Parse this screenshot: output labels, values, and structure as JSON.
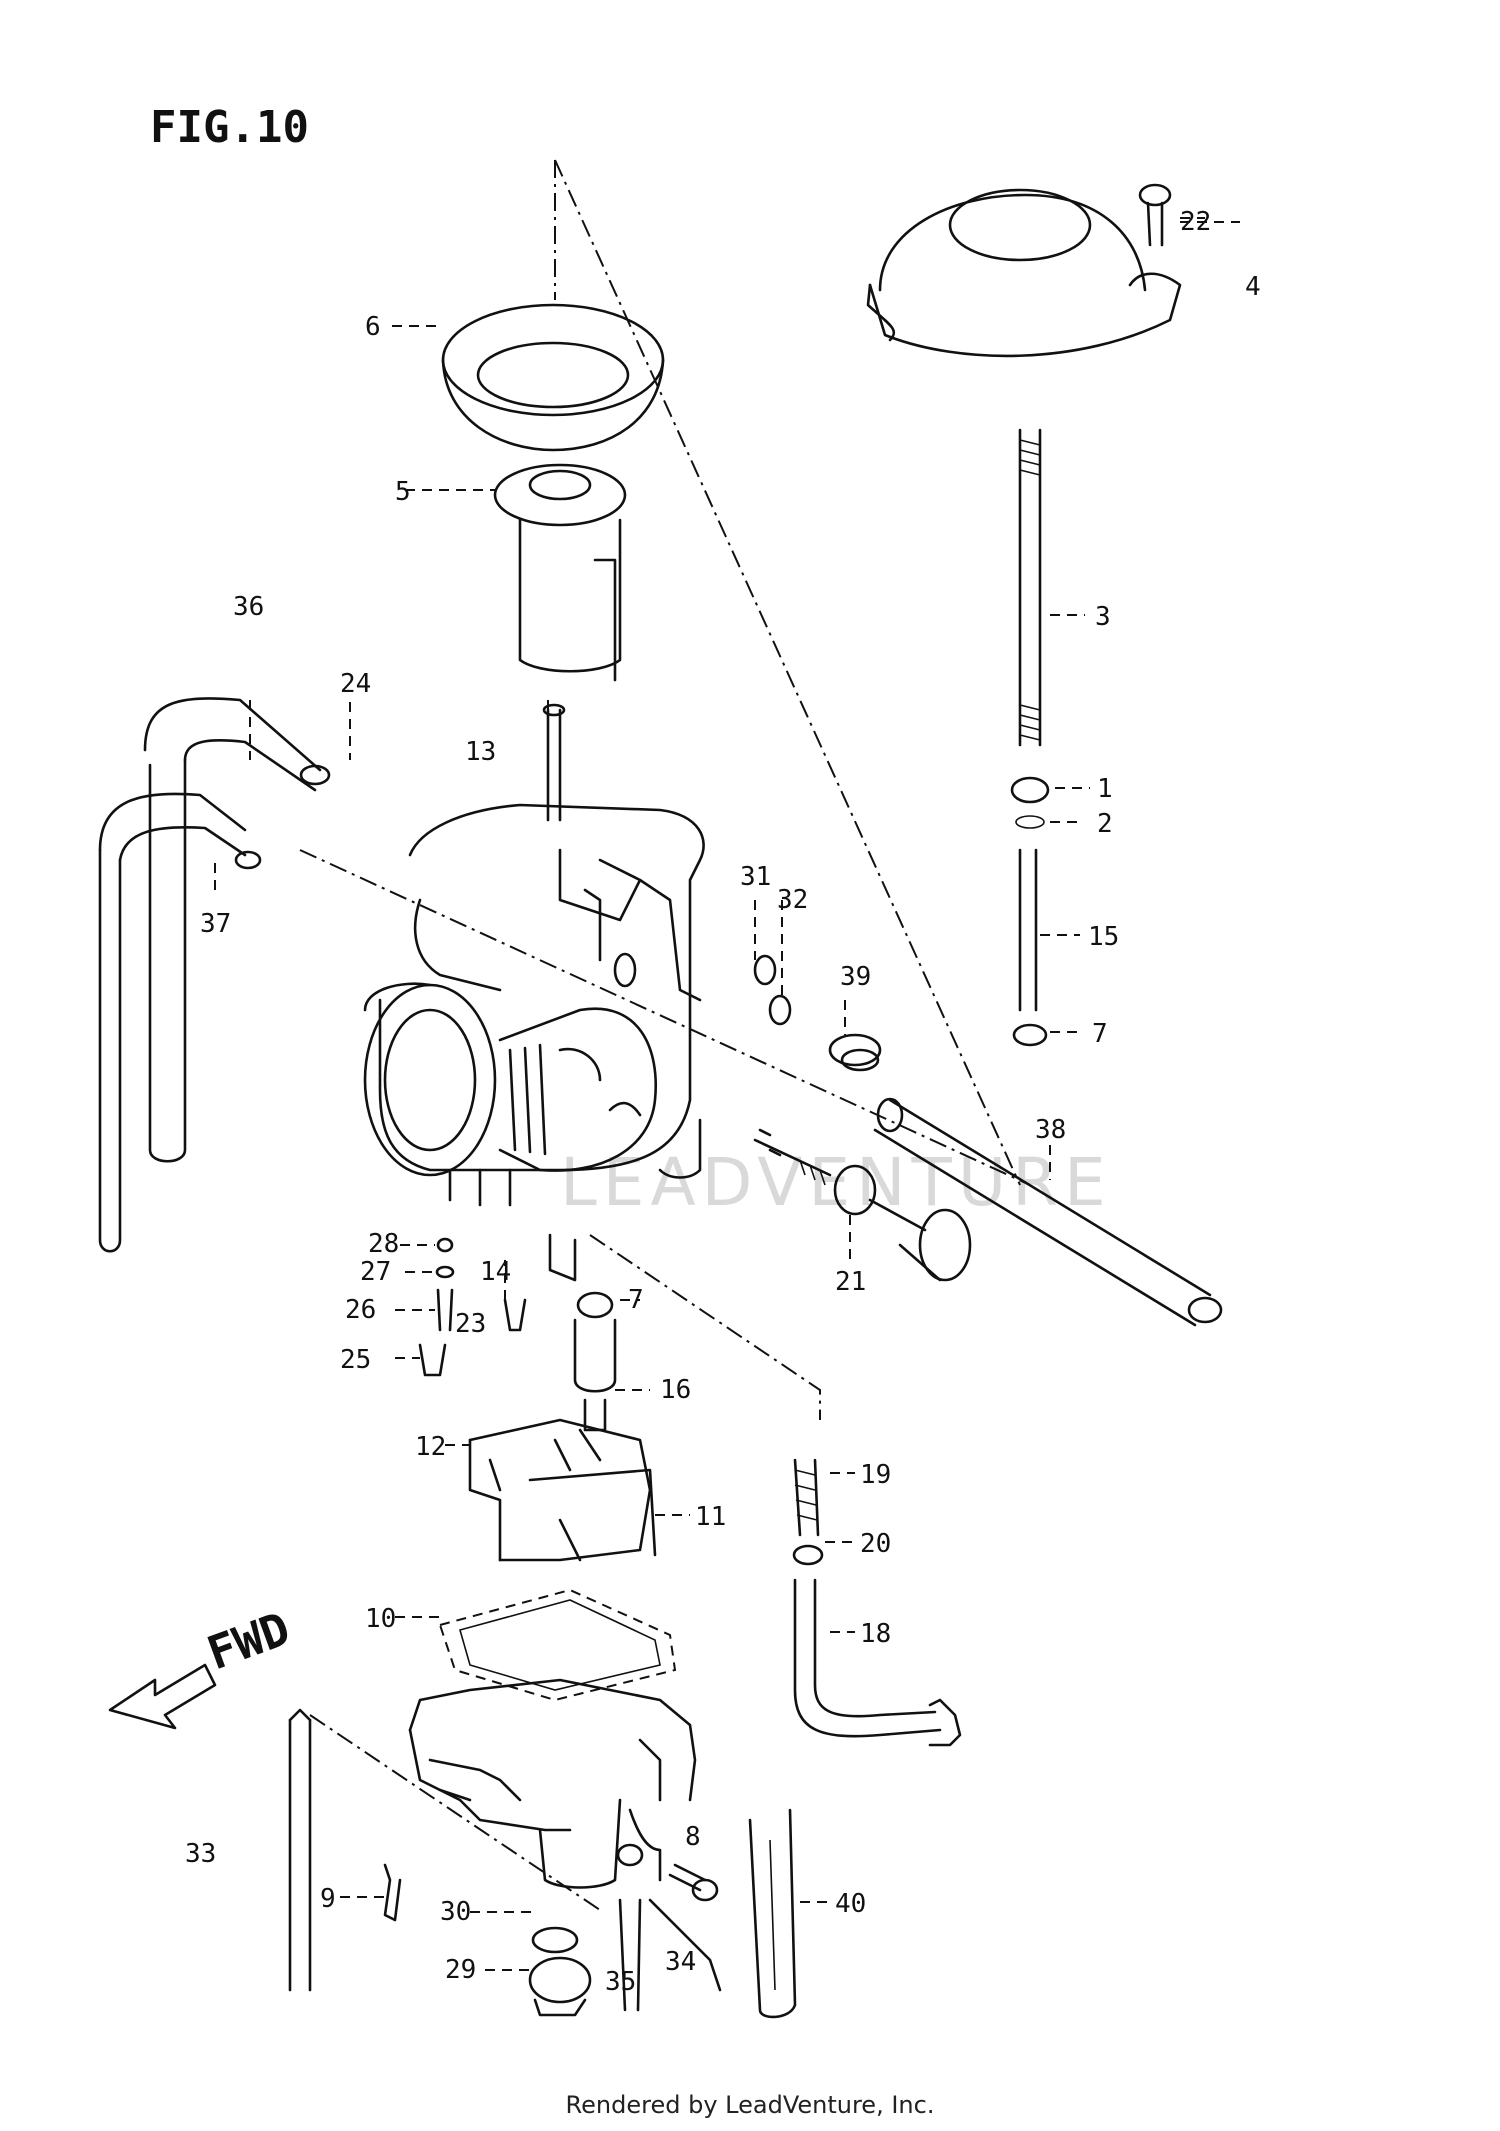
{
  "figure_title": "FIG.10",
  "fwd_label": "FWD",
  "watermark": "LEADVENTURE",
  "footer": "Rendered by LeadVenture, Inc.",
  "callouts": {
    "c1": "1",
    "c2": "2",
    "c3": "3",
    "c4": "4",
    "c5": "5",
    "c6": "6",
    "c7a": "7",
    "c7b": "7",
    "c8": "8",
    "c9": "9",
    "c10": "10",
    "c11": "11",
    "c12": "12",
    "c13": "13",
    "c14": "14",
    "c15": "15",
    "c16": "16",
    "c18": "18",
    "c19": "19",
    "c20": "20",
    "c21": "21",
    "c22": "22",
    "c23": "23",
    "c24": "24",
    "c25": "25",
    "c26": "26",
    "c27": "27",
    "c28": "28",
    "c29": "29",
    "c30": "30",
    "c31": "31",
    "c32": "32",
    "c33": "33",
    "c34": "34",
    "c35": "35",
    "c36": "36",
    "c37": "37",
    "c38": "38",
    "c39": "39",
    "c40": "40"
  }
}
